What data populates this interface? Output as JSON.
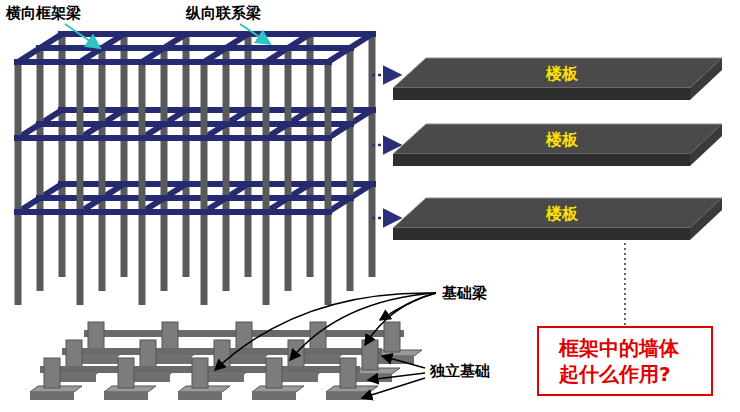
{
  "diagram": {
    "nodes": [
      {
        "text": [
          "楼板"
        ]
      },
      {
        "text": [
          "楼板"
        ]
      },
      {
        "text": [
          "楼板"
        ]
      },
      {
        "text": [
          "框架中的墙体 起什么作用?"
        ]
      }
    ],
    "edges": [
      {
        "from": 2,
        "to": 3,
        "arrow": "none"
      }
    ],
    "labels": [
      "横向框架梁",
      "纵向联系梁",
      "基础梁",
      "独立基础"
    ]
  }
}
